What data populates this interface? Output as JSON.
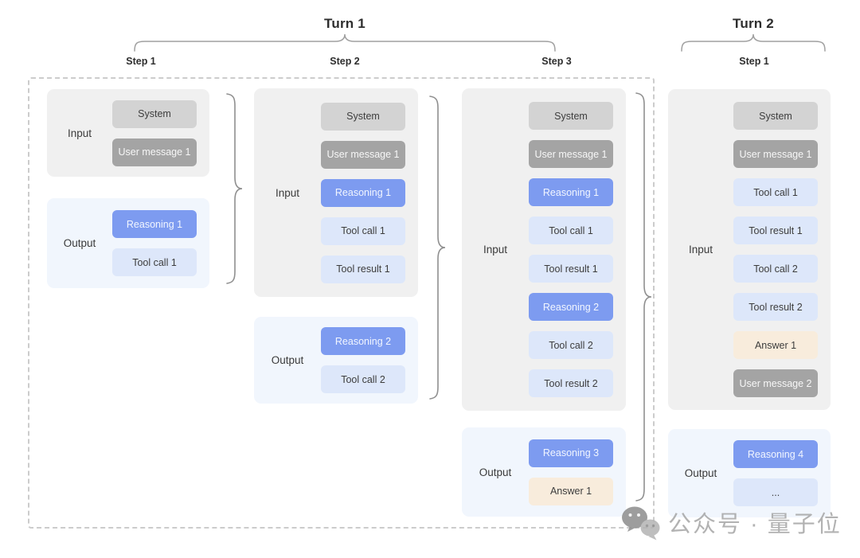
{
  "header": {
    "turn1_label": "Turn 1",
    "turn2_label": "Turn 2",
    "step_labels": [
      "Step 1",
      "Step 2",
      "Step 3",
      "Step 1"
    ]
  },
  "columns": [
    {
      "name": "turn1-step1",
      "input": {
        "label": "Input",
        "chips": [
          {
            "text": "System",
            "type": "system"
          },
          {
            "text": "User message 1",
            "type": "user"
          }
        ]
      },
      "output": {
        "label": "Output",
        "chips": [
          {
            "text": "Reasoning 1",
            "type": "reasoning"
          },
          {
            "text": "Tool call 1",
            "type": "tool"
          }
        ]
      }
    },
    {
      "name": "turn1-step2",
      "input": {
        "label": "Input",
        "chips": [
          {
            "text": "System",
            "type": "system"
          },
          {
            "text": "User message 1",
            "type": "user"
          },
          {
            "text": "Reasoning 1",
            "type": "reasoning"
          },
          {
            "text": "Tool call 1",
            "type": "tool"
          },
          {
            "text": "Tool result 1",
            "type": "tool"
          }
        ]
      },
      "output": {
        "label": "Output",
        "chips": [
          {
            "text": "Reasoning 2",
            "type": "reasoning"
          },
          {
            "text": "Tool call 2",
            "type": "tool"
          }
        ]
      }
    },
    {
      "name": "turn1-step3",
      "input": {
        "label": "Input",
        "chips": [
          {
            "text": "System",
            "type": "system"
          },
          {
            "text": "User message 1",
            "type": "user"
          },
          {
            "text": "Reasoning 1",
            "type": "reasoning"
          },
          {
            "text": "Tool call 1",
            "type": "tool"
          },
          {
            "text": "Tool result 1",
            "type": "tool"
          },
          {
            "text": "Reasoning 2",
            "type": "reasoning"
          },
          {
            "text": "Tool call 2",
            "type": "tool"
          },
          {
            "text": "Tool result 2",
            "type": "tool"
          }
        ]
      },
      "output": {
        "label": "Output",
        "chips": [
          {
            "text": "Reasoning 3",
            "type": "reasoning"
          },
          {
            "text": "Answer 1",
            "type": "answer"
          }
        ]
      }
    },
    {
      "name": "turn2-step1",
      "input": {
        "label": "Input",
        "chips": [
          {
            "text": "System",
            "type": "system"
          },
          {
            "text": "User message 1",
            "type": "user"
          },
          {
            "text": "Tool call 1",
            "type": "tool"
          },
          {
            "text": "Tool result 1",
            "type": "tool"
          },
          {
            "text": "Tool call 2",
            "type": "tool"
          },
          {
            "text": "Tool result 2",
            "type": "tool"
          },
          {
            "text": "Answer 1",
            "type": "answer"
          },
          {
            "text": "User message 2",
            "type": "user"
          }
        ]
      },
      "output": {
        "label": "Output",
        "chips": [
          {
            "text": "Reasoning 4",
            "type": "reasoning"
          },
          {
            "text": "...",
            "type": "ellipsis"
          }
        ]
      }
    }
  ],
  "watermark": {
    "text": "公众号 · 量子位",
    "icon": "wechat-icon"
  },
  "colors": {
    "input_panel": "#f0f0f0",
    "output_panel": "#f1f6fd",
    "system_chip": "#d3d3d3",
    "user_chip": "#a4a4a4",
    "reasoning_chip": "#7d9bf0",
    "tool_chip": "#dde7fa",
    "answer_chip": "#f8ecdc",
    "brace": "#999999",
    "dashed_border": "#cccccc"
  }
}
